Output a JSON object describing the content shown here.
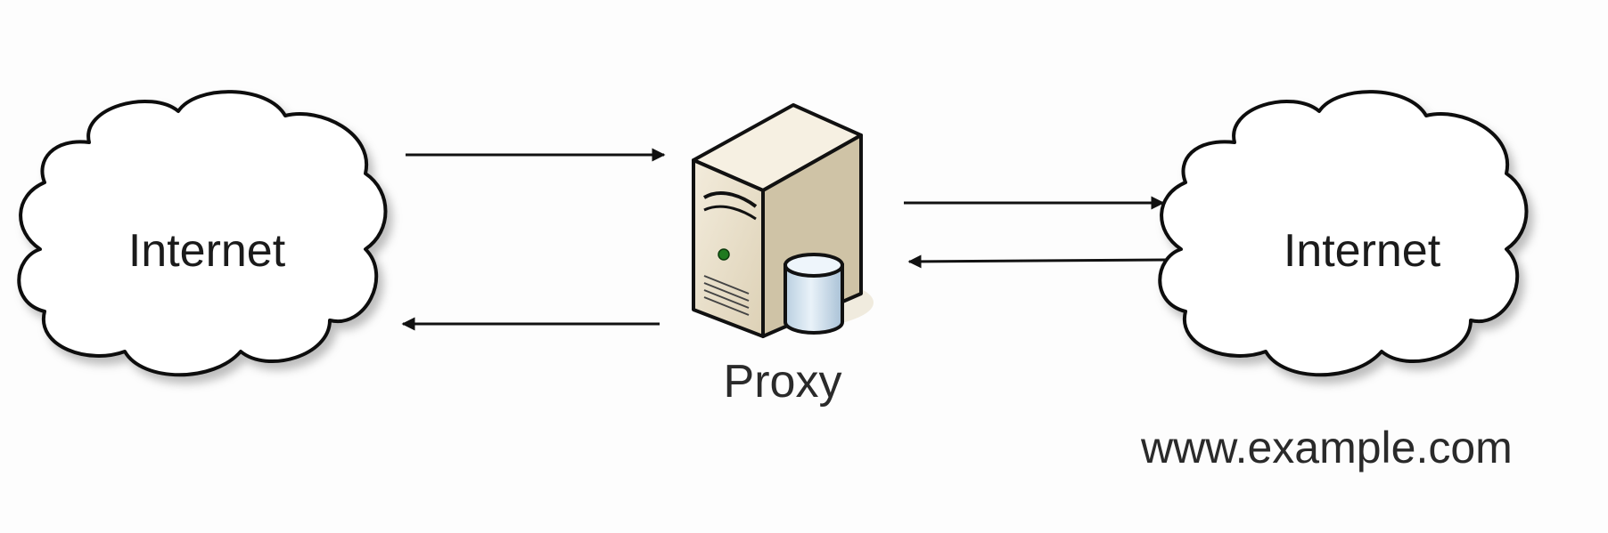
{
  "nodes": {
    "left_cloud": {
      "label": "Internet"
    },
    "proxy": {
      "label": "Proxy"
    },
    "right_cloud": {
      "label": "Internet"
    }
  },
  "site_label": "www.example.com",
  "colors": {
    "background": "#fdfdfd",
    "stroke": "#111111",
    "server_body": "#ece3cf",
    "server_side": "#cfc3a8",
    "server_top": "#f5efe0",
    "cylinder": "#d6e6f2",
    "indicator_led": "#1f7a1f"
  }
}
